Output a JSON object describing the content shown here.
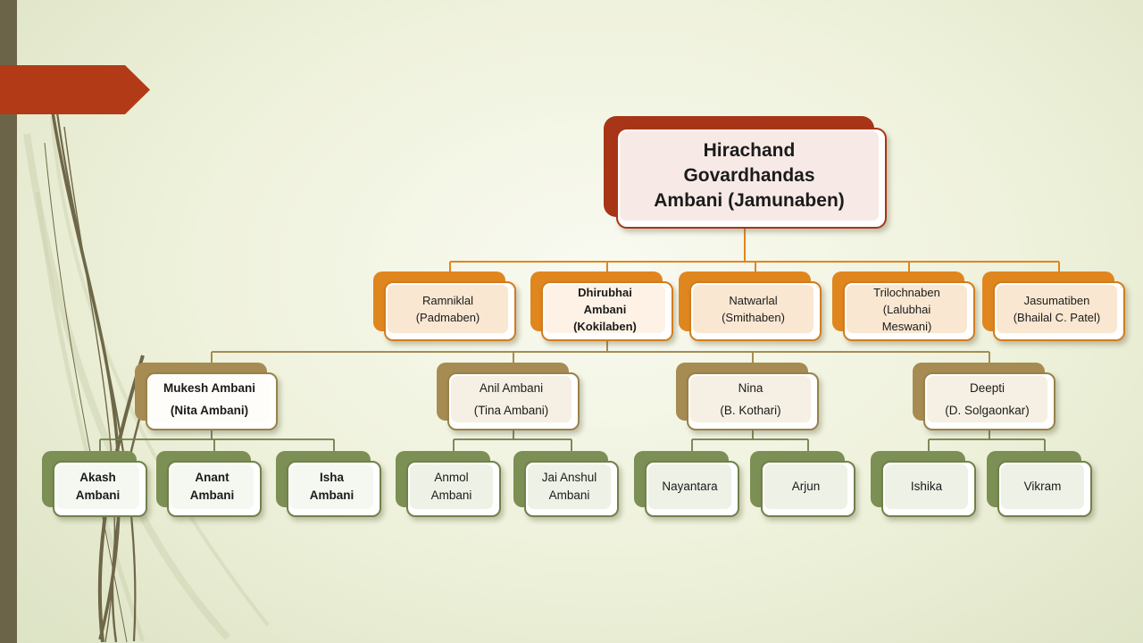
{
  "slide_type": "family-tree-org-chart",
  "colors": {
    "background_center": "#f9faf1",
    "background_edge": "#dde3c5",
    "sidebar_bar": "#6b6449",
    "arrow_banner": "#b23a17",
    "level1_accent": "#a83517",
    "level2_accent": "#e0861f",
    "level3_accent": "#a68c52",
    "level4_accent": "#7c8f55",
    "connector_level2": "#e0861f",
    "connector_level3": "#a68c52",
    "connector_level4": "#6f7f4e",
    "text": "#1b1b1b"
  },
  "tree": {
    "root": {
      "label": "Hirachand\nGovardhandas\nAmbani (Jamunaben)",
      "emphasis": true
    },
    "gen2": [
      {
        "label": "Ramniklal\n(Padmaben)",
        "emphasis": false
      },
      {
        "label": "Dhirubhai\nAmbani\n(Kokilaben)",
        "emphasis": true
      },
      {
        "label": "Natwarlal\n(Smithaben)",
        "emphasis": false
      },
      {
        "label": "Trilochnaben\n(Lalubhai\nMeswani)",
        "emphasis": false
      },
      {
        "label": "Jasumatiben\n(Bhailal C. Patel)",
        "emphasis": false
      }
    ],
    "gen3": [
      {
        "label": "Mukesh Ambani\n(Nita Ambani)",
        "emphasis": true
      },
      {
        "label": "Anil Ambani\n(Tina Ambani)",
        "emphasis": false
      },
      {
        "label": "Nina\n(B. Kothari)",
        "emphasis": false
      },
      {
        "label": "Deepti\n(D. Solgaonkar)",
        "emphasis": false
      }
    ],
    "gen4": [
      {
        "label": "Akash\nAmbani",
        "emphasis": true
      },
      {
        "label": "Anant\nAmbani",
        "emphasis": true
      },
      {
        "label": "Isha\nAmbani",
        "emphasis": true
      },
      {
        "label": "Anmol\nAmbani",
        "emphasis": false
      },
      {
        "label": "Jai Anshul\nAmbani",
        "emphasis": false
      },
      {
        "label": "Nayantara",
        "emphasis": false
      },
      {
        "label": "Arjun",
        "emphasis": false
      },
      {
        "label": "Ishika",
        "emphasis": false
      },
      {
        "label": "Vikram",
        "emphasis": false
      }
    ]
  }
}
